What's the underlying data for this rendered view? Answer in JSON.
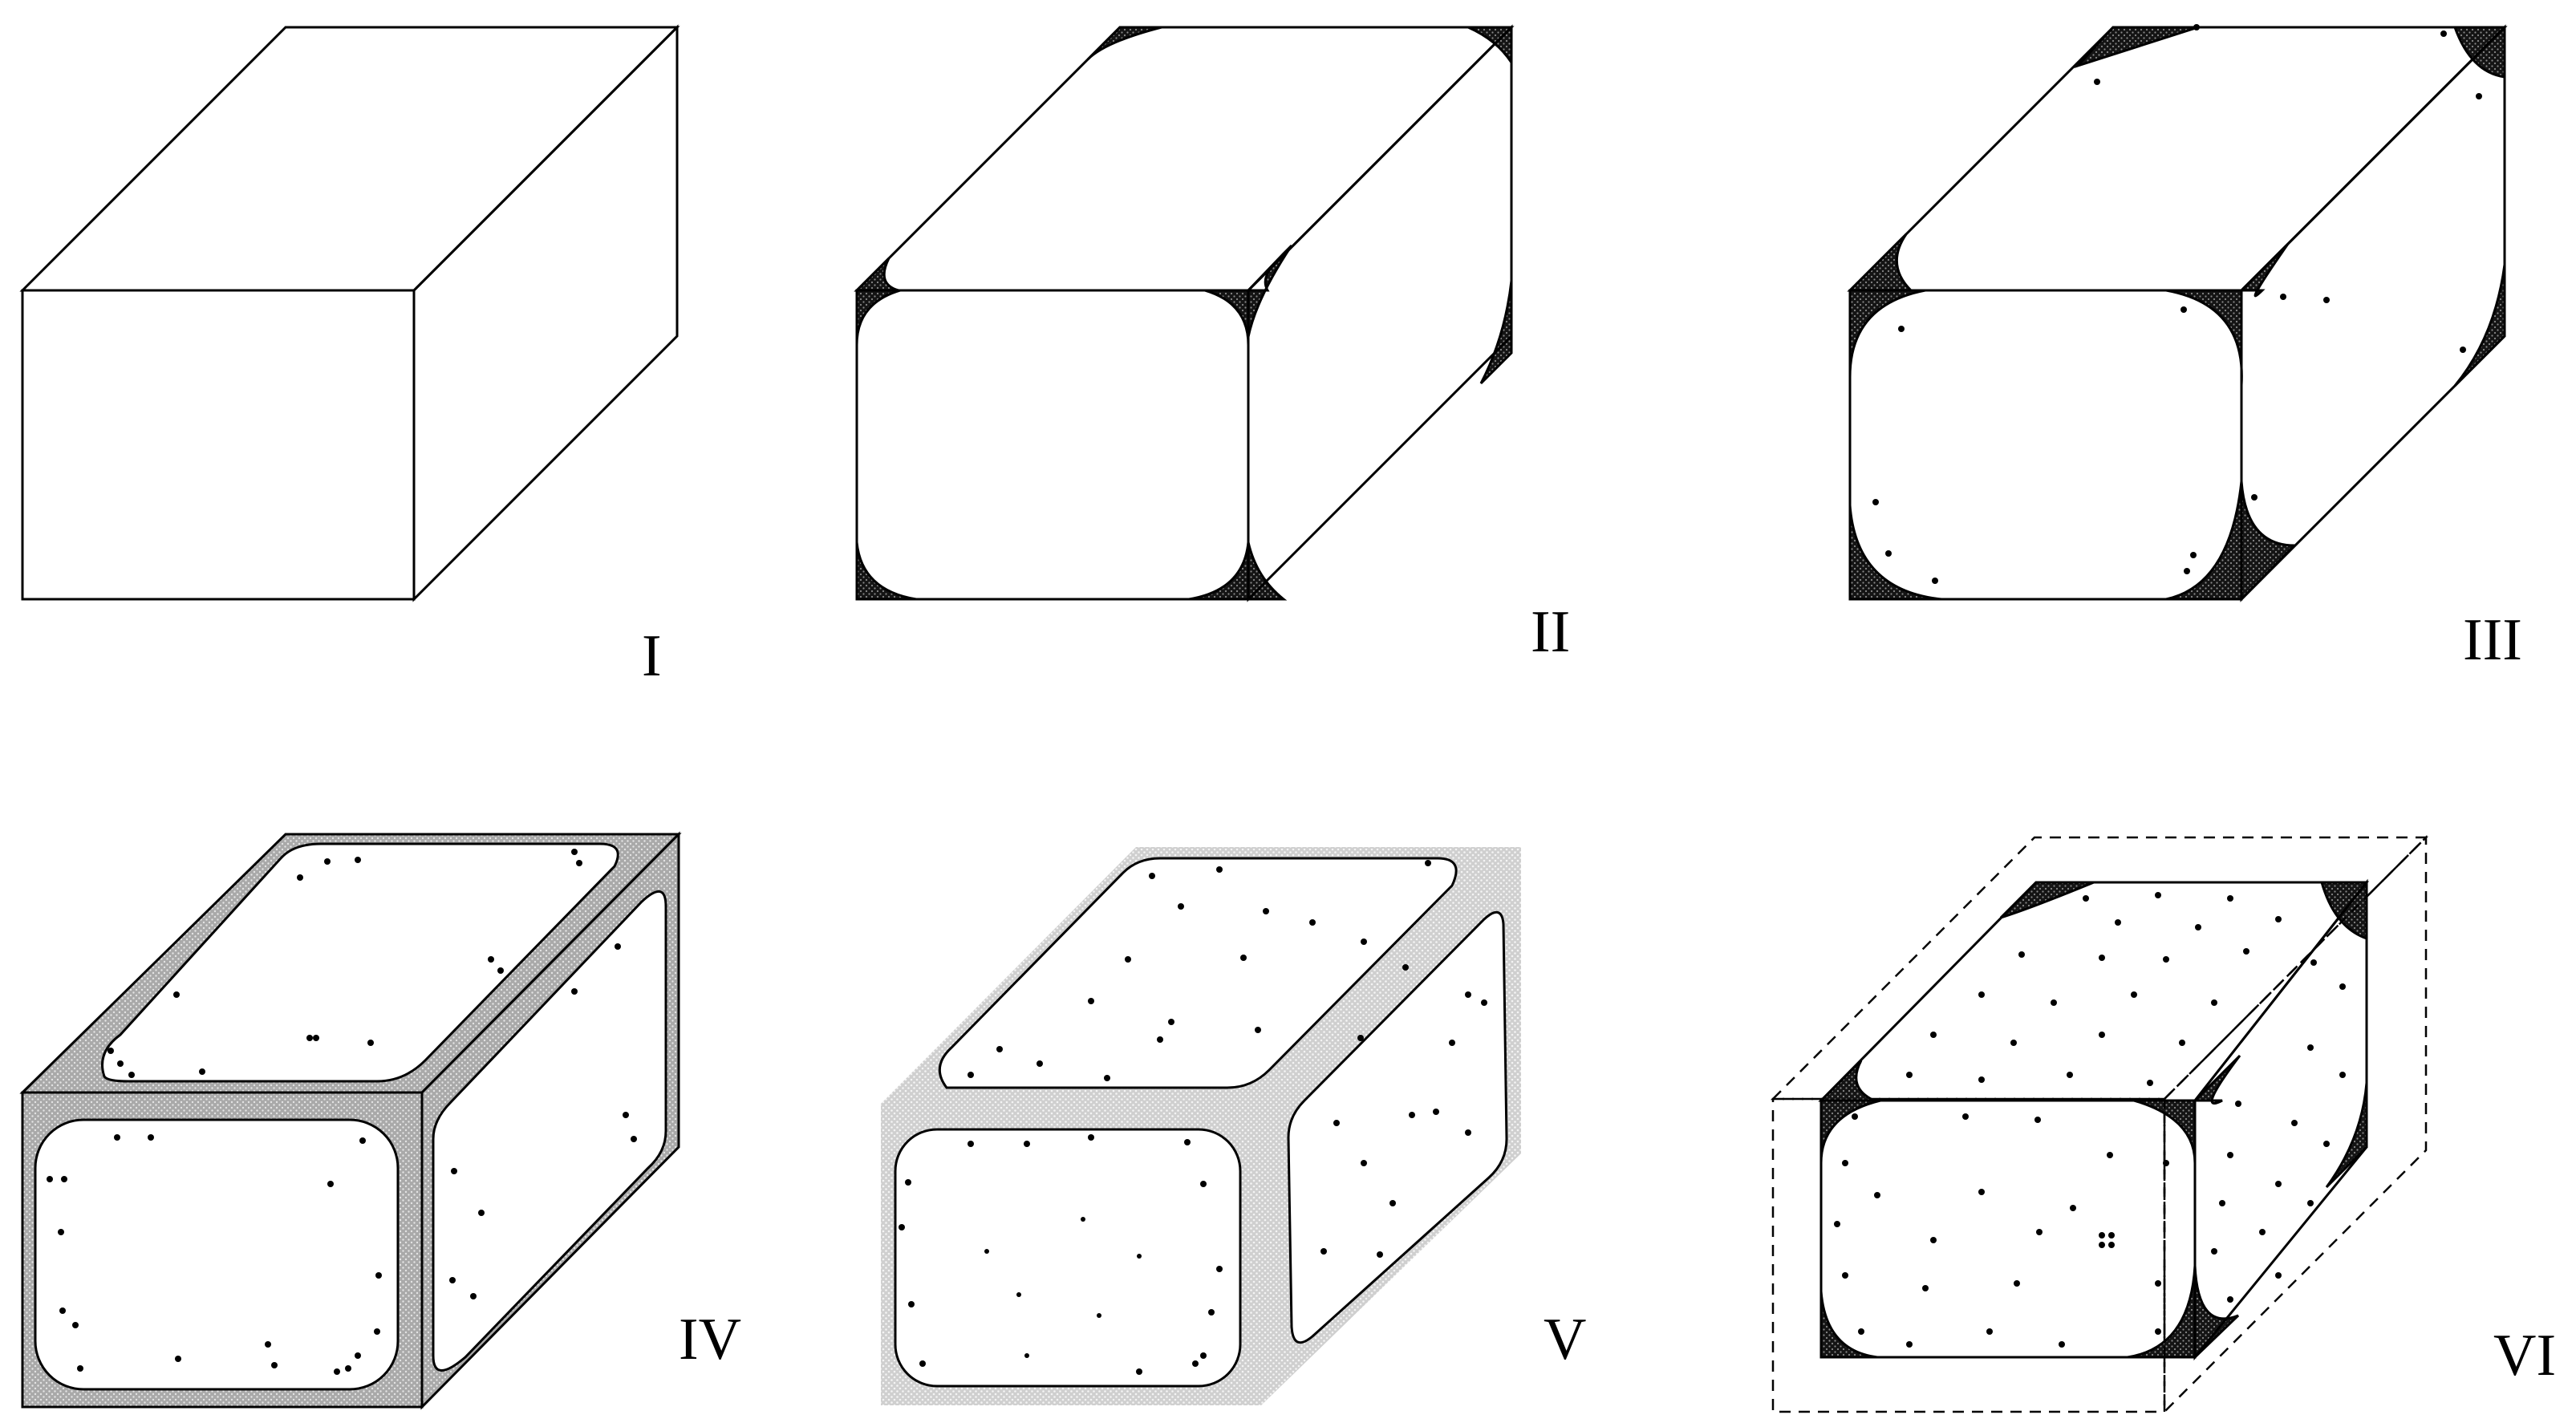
{
  "stages": [
    {
      "id": "stage-1",
      "label": "I"
    },
    {
      "id": "stage-2",
      "label": "II"
    },
    {
      "id": "stage-3",
      "label": "III"
    },
    {
      "id": "stage-4",
      "label": "IV"
    },
    {
      "id": "stage-5",
      "label": "V"
    },
    {
      "id": "stage-6",
      "label": "VI"
    }
  ],
  "colors": {
    "stroke": "#000000",
    "background": "#ffffff",
    "dark_fill": "#1a1a1a",
    "shell_fill": "#bdbdbd",
    "light_shell_fill": "#d9d9d9"
  }
}
